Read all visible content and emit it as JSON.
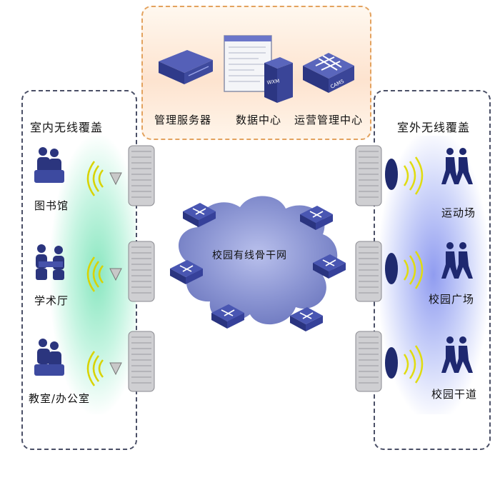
{
  "top_center": {
    "items": [
      {
        "label": "管理服务器",
        "icon": "management-server-icon"
      },
      {
        "label": "数据中心",
        "icon": "data-center-icon"
      },
      {
        "label": "运营管理中心",
        "icon": "operations-center-icon"
      }
    ],
    "device_marks": {
      "wxm": "WXM",
      "cams": "CAMS"
    }
  },
  "indoor": {
    "title": "室内无线覆盖",
    "locations": [
      "图书馆",
      "学术厅",
      "教室/办公室"
    ]
  },
  "outdoor": {
    "title": "室外无线覆盖",
    "locations": [
      "运动场",
      "校园广场",
      "校园干道"
    ]
  },
  "backbone": {
    "label": "校园有线骨干网"
  },
  "colors": {
    "indoor_glow": "#2fd48c",
    "outdoor_glow": "#4a5ae6",
    "switch": "#3b4aa8",
    "cloud": "#7c86c8",
    "top_box_border": "#e3a25e"
  }
}
